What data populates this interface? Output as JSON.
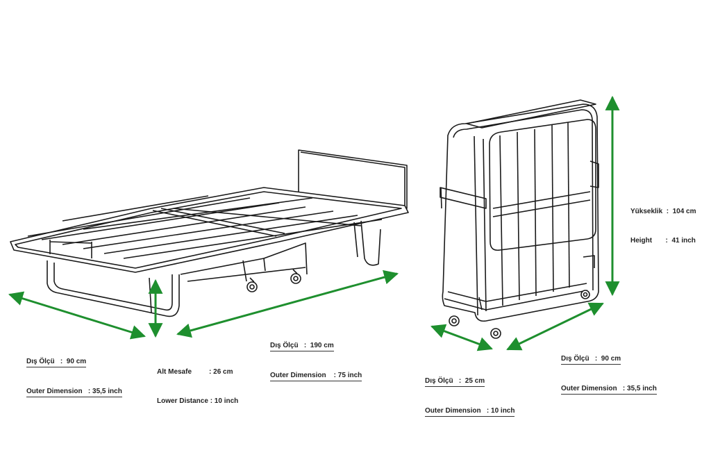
{
  "colors": {
    "arrow": "#1e8f2e",
    "line": "#1a1a1a",
    "background": "#ffffff"
  },
  "open_bed": {
    "width": {
      "label_tr": "Dış Ölçü   :  90 cm",
      "label_en": "Outer Dimension   : 35,5 inch"
    },
    "length": {
      "label_tr": "Dış Ölçü   :  190 cm",
      "label_en": "Outer Dimension    : 75 inch"
    },
    "lower": {
      "label_tr": "Alt Mesafe         : 26 cm",
      "label_en": "Lower Distance : 10 inch"
    }
  },
  "folded_bed": {
    "depth": {
      "label_tr": "Dış Ölçü   :  25 cm",
      "label_en": "Outer Dimension   : 10 inch"
    },
    "width": {
      "label_tr": "Dış Ölçü   :  90 cm",
      "label_en": "Outer Dimension   : 35,5 inch"
    },
    "height": {
      "label_tr": "Yükseklik  :  104 cm",
      "label_en": "Height       :  41 inch"
    }
  }
}
